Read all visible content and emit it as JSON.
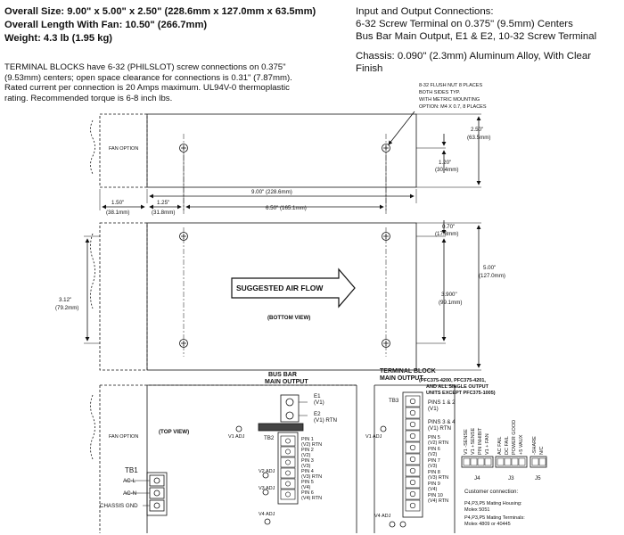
{
  "specs": {
    "overall_size": "Overall Size: 9.00\" x 5.00\" x 2.50\" (228.6mm x 127.0mm x 63.5mm)",
    "overall_length": "Overall Length With Fan: 10.50\" (266.7mm)",
    "weight": "Weight: 4.3 lb (1.95 kg)"
  },
  "io": {
    "title": "Input and Output Connections:",
    "line1": "6-32 Screw Terminal on 0.375\" (9.5mm) Centers",
    "line2": "Bus Bar Main Output, E1 & E2, 10-32 Screw Terminal",
    "chassis1": "Chassis: 0.090\" (2.3mm) Aluminum Alloy, With Clear",
    "chassis2": "Finish"
  },
  "terminal_text": {
    "l1": "TERMINAL BLOCKS have 6-32 (PHILSLOT) screw connections on 0.375\"",
    "l2": "(9.53mm) centers; open space clearance for connections is 0.31\" (7.87mm).",
    "l3": "Rated current per connection is 20 Amps maximum.  UL94V-0 thermoplastic",
    "l4": "rating.  Recommended torque is 6-8 inch lbs."
  },
  "bottom_view": {
    "flush_nut": [
      "8-32 FLUSH NUT 8 PLACES",
      "BOTH SIDES TYP.",
      "WITH METRIC MOUNTING",
      "OPTION: M4 X 0.7, 8 PLACES"
    ],
    "fan_option": "FAN OPTION",
    "dim_250": "2.50\"",
    "dim_250_mm": "(63.5mm)",
    "dim_120": "1.20\"",
    "dim_120_mm": "(30.4mm)",
    "dim_900": "9.00\" (228.6mm)",
    "dim_150": "1.50\"",
    "dim_150_mm": "(38.1mm)",
    "dim_125": "1.25\"",
    "dim_125_mm": "(31.8mm)",
    "dim_650": "6.50\" (165.1mm)",
    "dim_070": "0.70\"",
    "dim_070_mm": "(17.8mm)",
    "dim_500": "5.00\"",
    "dim_500_mm": "(127.0mm)",
    "dim_312": "3.12\"",
    "dim_312_mm": "(79.2mm)",
    "dim_3900": "3.900\"",
    "dim_3900_mm": "(99.1mm)",
    "airflow": "SUGGESTED AIR FLOW",
    "view_label": "(BOTTOM VIEW)"
  },
  "top_view": {
    "fan_option": "FAN OPTION",
    "view_label": "(TOP VIEW)",
    "tb1": "TB1",
    "ac_l": "AC-L",
    "ac_n": "AC-N",
    "chassis_gnd": "CHASSIS GND",
    "bus_bar_title1": "BUS BAR",
    "bus_bar_title2": "MAIN OUTPUT",
    "e1": "E1",
    "e1_sub": "(V1)",
    "e2": "E2",
    "e2_sub": "(V1) RTN",
    "v1_adj_left": "V1 ADJ",
    "tb2": "TB2",
    "pins_left": [
      "PIN 1",
      "(V2) RTN",
      "PIN 2",
      "(V2)",
      "PIN 3",
      "(V3)",
      "PIN 4",
      "(V3) RTN",
      "PIN 5",
      "(V4)",
      "PIN 6",
      "(V4) RTN"
    ],
    "v2_adj": "V2 ADJ",
    "v3_adj": "V3 ADJ",
    "v4_adj_left": "V4 ADJ",
    "tblock_title1": "TERMINAL BLOCK",
    "tblock_title2": "MAIN OUTPUT",
    "tblock_note1": "(PFC375-4200, PFC375-4201,",
    "tblock_note2": "AND ALL SINGLE OUTPUT",
    "tblock_note3": "UNITS EXCEPT PFC375-1005)",
    "tb3": "TB3",
    "v1_adj_right": "V1 ADJ",
    "pins_right": [
      "PINS 1 & 2",
      "(V1)",
      "PINS 3 & 4",
      "(V1) RTN",
      "PIN 5",
      "(V2) RTN",
      "PIN 6",
      "(V2)",
      "PIN 7",
      "(V3)",
      "PIN 8",
      "(V3) RTN",
      "PIN 9",
      "(V4)",
      "PIN 10",
      "(V4) RTN"
    ],
    "v4_adj_right": "V4 ADJ",
    "j4": "J4",
    "j3": "J3",
    "j5": "J5",
    "j4_pins": [
      "V1 -SENSE",
      "V1 +SENSE",
      "PIN INHIBIT",
      "V1 + FAN"
    ],
    "j3_pins": [
      "AC FAIL",
      "DC FAIL",
      "POWER GOOD",
      "+5 VAUX"
    ],
    "j5_pins": [
      "-SHARE",
      "N/C"
    ],
    "customer": "Customer connection:",
    "mating_housing1": "P4,P3,P5 Mating Housing:",
    "mating_housing2": "Molex 5051",
    "mating_terminals1": "P4,P3,P5 Mating Terminals:",
    "mating_terminals2": "Molex 4809 or 40445"
  }
}
